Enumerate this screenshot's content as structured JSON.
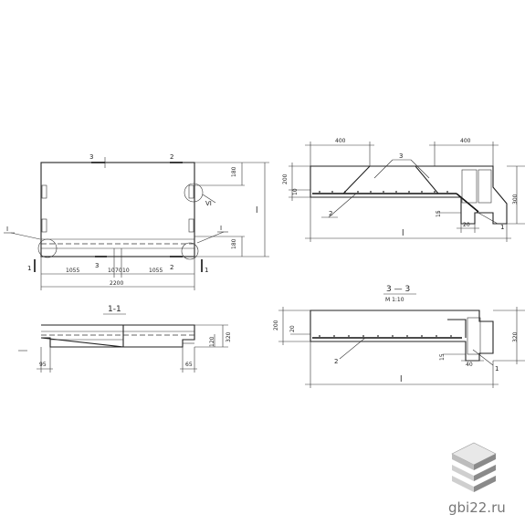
{
  "drawing": {
    "plan": {
      "section_marks": {
        "s1": "1",
        "s2": "2",
        "s3": "3"
      },
      "callout_I": "I",
      "callout_VI": "VI",
      "dim_top_offset": "180",
      "dim_bottom_offset": "180",
      "dim_length": "l",
      "dim_left_part": "1055",
      "dim_mid_a": "10",
      "dim_mid_b": "70",
      "dim_mid_c": "10",
      "dim_right_part": "1055",
      "dim_total": "2200"
    },
    "section_1_1": {
      "title": "1-1",
      "dim_height": "320",
      "dim_step": "120",
      "dim_left": "95",
      "dim_right": "65"
    },
    "side_view": {
      "dim_left": "400",
      "dim_right": "400",
      "dim_height_top": "200",
      "dim_cover": "10",
      "dim_right_height": "300",
      "dim_small": "15",
      "dim_bottom": "20",
      "dim_length": "l",
      "marker_3": "3",
      "marker_2": "2",
      "marker_1": "1"
    },
    "section_3_3": {
      "title": "3 — 3",
      "scale": "M 1:10",
      "dim_height_left": "200",
      "dim_cover": "20",
      "dim_right_height": "320",
      "dim_small": "15",
      "dim_bottom": "40",
      "dim_length": "l",
      "marker_2": "2",
      "marker_1": "1"
    }
  },
  "watermark": {
    "site": "gbi22.ru",
    "colors": {
      "top": "#e8e8e8",
      "mid": "#bdbdbd",
      "dark": "#8a8a8a"
    }
  }
}
